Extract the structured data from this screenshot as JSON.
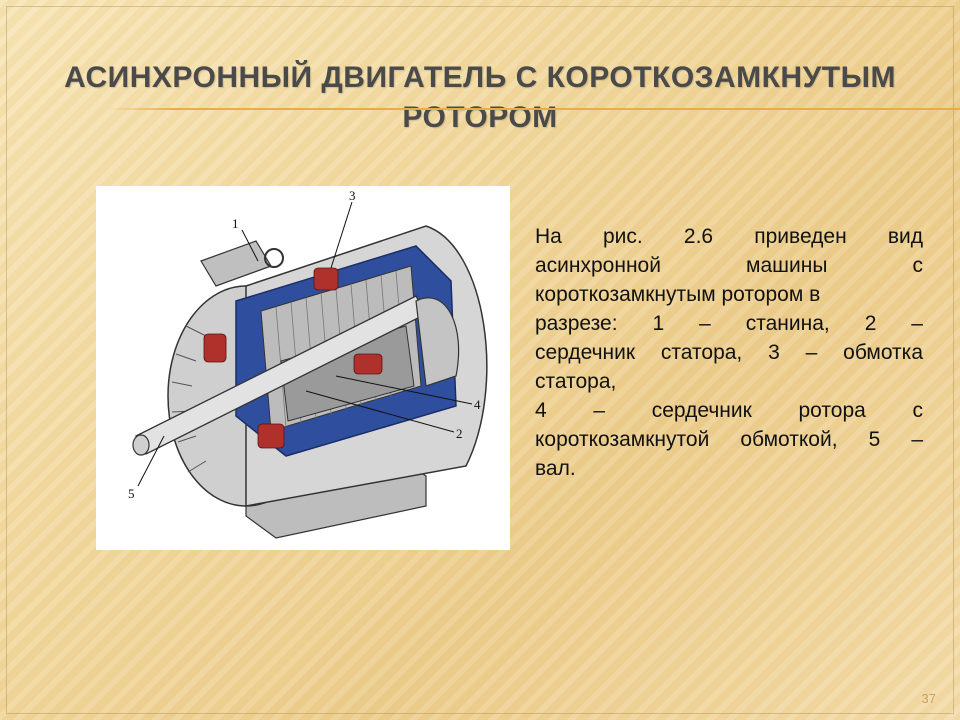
{
  "slide": {
    "title": "АСИНХРОННЫЙ ДВИГАТЕЛЬ С КОРОТКОЗАМКНУТЫМ РОТОРОМ",
    "page_number": "37",
    "body_lines": [
      "На рис. 2.6 приведен вид",
      "асинхронной машины с",
      "короткозамкнутым ротором в",
      "разрезе: 1 – станина, 2 –",
      "сердечник статора, 3 – обмотка",
      "статора,",
      "4 – сердечник ротора с",
      "короткозамкнутой обмоткой, 5 –",
      "вал."
    ],
    "figure": {
      "callouts": [
        "1",
        "2",
        "3",
        "4",
        "5"
      ]
    }
  },
  "colors": {
    "accent_rule": "#e8ad44",
    "motor_body": "#c9c9c9",
    "cutaway_blue": "#2f4f9e",
    "winding_red": "#b0302c"
  }
}
